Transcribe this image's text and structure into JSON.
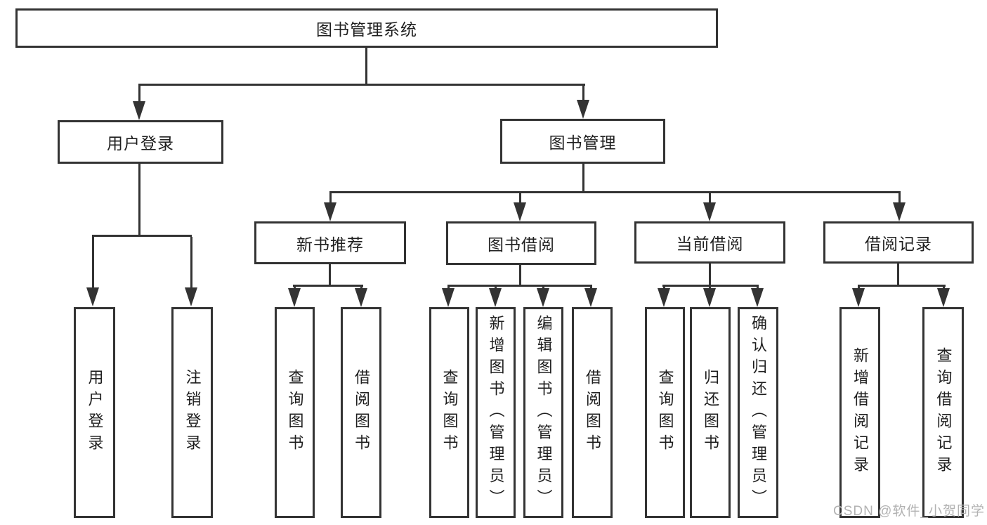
{
  "title": "图书管理系统",
  "colors": {
    "line": "#333333",
    "text": "#1f1f1f",
    "background": "#ffffff",
    "watermark": "#b2b2b2"
  },
  "watermark": "CSDN @软件_小贺同学",
  "nodes": {
    "root": "图书管理系统",
    "user_login": "用户登录",
    "book_mgmt": "图书管理",
    "new_book": "新书推荐",
    "book_borrow": "图书借阅",
    "current_borrow": "当前借阅",
    "borrow_records": "借阅记录",
    "leaf_user_login": "用户登录",
    "leaf_logout": "注销登录",
    "leaf_nb_query": "查询图书",
    "leaf_nb_borrow": "借阅图书",
    "leaf_bb_query": "查询图书",
    "leaf_bb_add": "新增图书（管理员）",
    "leaf_bb_edit": "编辑图书（管理员）",
    "leaf_bb_borrow": "借阅图书",
    "leaf_cb_query": "查询图书",
    "leaf_cb_return": "归还图书",
    "leaf_cb_confirm": "确认归还（管理员）",
    "leaf_br_add": "新增借阅记录",
    "leaf_br_query": "查询借阅记录"
  },
  "hierarchy": {
    "图书管理系统": {
      "用户登录": [
        "用户登录",
        "注销登录"
      ],
      "图书管理": {
        "新书推荐": [
          "查询图书",
          "借阅图书"
        ],
        "图书借阅": [
          "查询图书",
          "新增图书（管理员）",
          "编辑图书（管理员）",
          "借阅图书"
        ],
        "当前借阅": [
          "查询图书",
          "归还图书",
          "确认归还（管理员）"
        ],
        "借阅记录": [
          "新增借阅记录",
          "查询借阅记录"
        ]
      }
    }
  }
}
